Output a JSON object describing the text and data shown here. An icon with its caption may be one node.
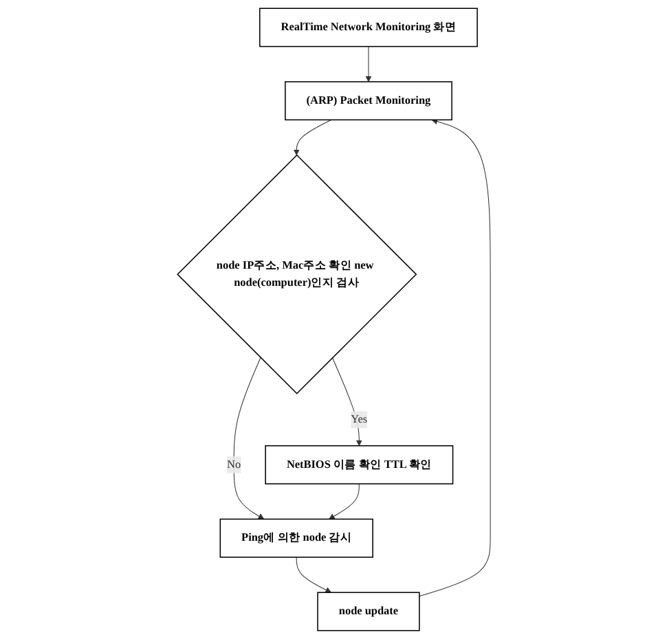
{
  "diagram": {
    "nodes": [
      {
        "text": [
          "RealTime Network Monitoring 화면"
        ]
      },
      {
        "text": [
          "(ARP) Packet Monitoring"
        ]
      },
      {
        "text": [
          "node IP주소, Mac주소 확인 new node(computer)인지 검사"
        ]
      },
      {
        "text": [
          "NetBIOS 이름 확인 TTL 확인"
        ]
      },
      {
        "text": [
          "Ping에 의한 node 감시"
        ]
      },
      {
        "text": [
          "node update"
        ]
      }
    ],
    "edges": [
      {
        "from": 0,
        "to": 1,
        "arrow": "to"
      },
      {
        "from": 1,
        "to": 2,
        "arrow": "to"
      },
      {
        "from": 2,
        "to": 3,
        "arrow": "to",
        "label": "Yes"
      },
      {
        "from": 2,
        "to": 4,
        "arrow": "to",
        "label": "No"
      },
      {
        "from": 3,
        "to": 4,
        "arrow": "to"
      },
      {
        "from": 4,
        "to": 5,
        "arrow": "to"
      },
      {
        "from": 5,
        "to": 1,
        "arrow": "to"
      }
    ]
  }
}
